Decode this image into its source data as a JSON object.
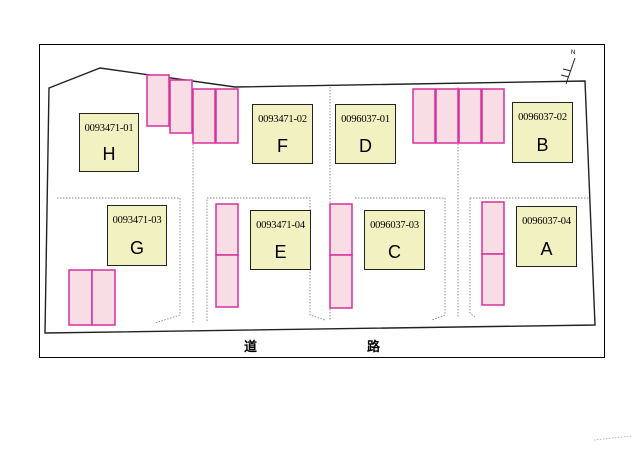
{
  "lots": {
    "H": {
      "code": "0093471-01",
      "letter": "H"
    },
    "F": {
      "code": "0093471-02",
      "letter": "F"
    },
    "D": {
      "code": "0096037-01",
      "letter": "D"
    },
    "B": {
      "code": "0096037-02",
      "letter": "B"
    },
    "G": {
      "code": "0093471-03",
      "letter": "G"
    },
    "E": {
      "code": "0093471-04",
      "letter": "E"
    },
    "C": {
      "code": "0096037-03",
      "letter": "C"
    },
    "A": {
      "code": "0096037-04",
      "letter": "A"
    }
  },
  "road": {
    "char1": "道",
    "char2": "路"
  },
  "compass": {
    "label": "N"
  },
  "colors": {
    "building_fill": "#f2f1c2",
    "parking_fill": "#f9dde4",
    "parking_stroke": "#d6329c",
    "boundary": "#222222",
    "dotted_line": "#888888"
  }
}
